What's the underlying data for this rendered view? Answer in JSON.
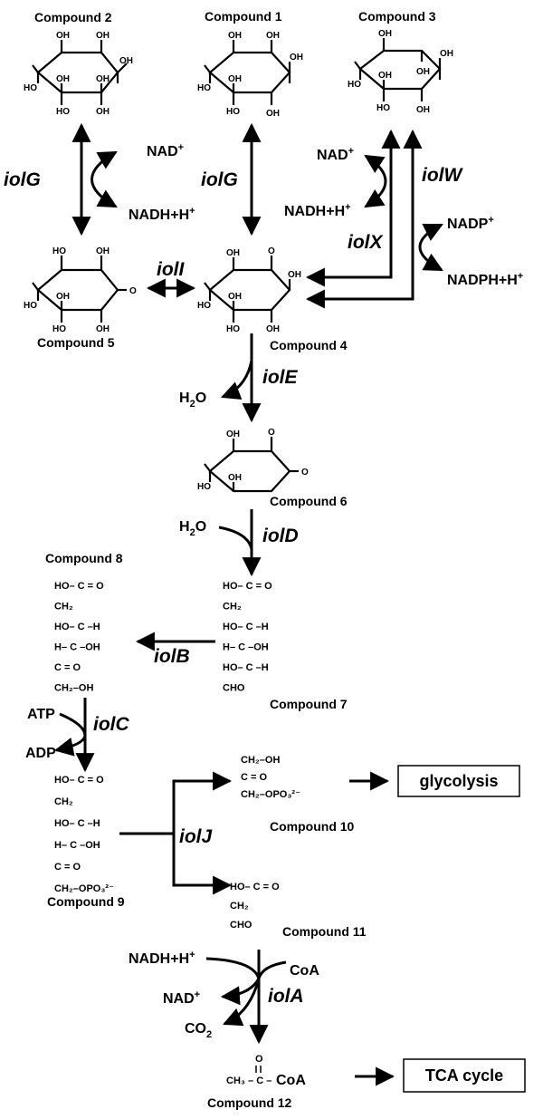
{
  "compounds": {
    "c1": "Compound  1",
    "c2": "Compound  2",
    "c3": "Compound  3",
    "c4": "Compound  4",
    "c5": "Compound  5",
    "c6": "Compound  6",
    "c7": "Compound  7",
    "c8": "Compound  8",
    "c9": "Compound  9",
    "c10": "Compound  10",
    "c11": "Compound  11",
    "c12": "Compound  12"
  },
  "genes": {
    "iolG": "iolG",
    "iolW": "iolW",
    "iolX": "iolX",
    "iolI": "iolI",
    "iolE": "iolE",
    "iolD": "iolD",
    "iolB": "iolB",
    "iolC": "iolC",
    "iolJ": "iolJ",
    "iolA": "iolA"
  },
  "cofactors": {
    "nad": "NAD",
    "nad_sup": "+",
    "nadh": "NADH+H",
    "nadh_sup": "+",
    "nadp": "NADP",
    "nadph": "NADPH+H",
    "h2o_h": "H",
    "h2o_sub": "2",
    "h2o_o": "O",
    "atp": "ATP",
    "adp": "ADP",
    "coa": "CoA",
    "co2_c": "CO",
    "co2_sub": "2"
  },
  "atoms": {
    "oh": "OH",
    "ho": "HO",
    "o": "O"
  },
  "chains": {
    "c7": [
      "HO– C = O",
      "CH₂",
      "HO– C –H",
      "H– C –OH",
      "HO– C –H",
      "CHO"
    ],
    "c8": [
      "HO– C = O",
      "CH₂",
      "HO– C –H",
      "H– C –OH",
      "C = O",
      "CH₂–OH"
    ],
    "c9": [
      "HO– C = O",
      "CH₂",
      "HO– C –H",
      "H– C –OH",
      "C = O",
      "CH₂–OPO₃²⁻"
    ],
    "c10": [
      "CH₂–OH",
      "C = O",
      "CH₂–OPO₃²⁻"
    ],
    "c11": [
      "HO– C = O",
      "CH₂",
      "CHO"
    ],
    "c12_o": "O",
    "c12_ch3": "CH₃ – C –",
    "c12_coa": "CoA"
  },
  "boxes": {
    "glycolysis": "glycolysis",
    "tca": "TCA cycle"
  }
}
